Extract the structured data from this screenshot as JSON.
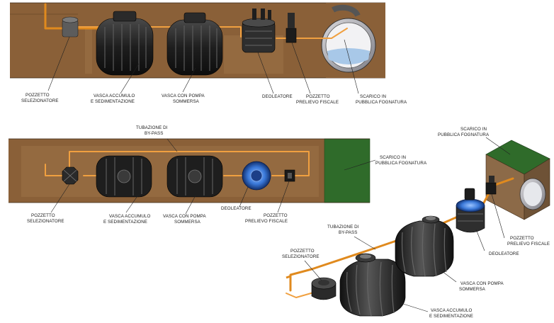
{
  "top_section": {
    "labels": {
      "pozzetto_selezionatore": [
        "POZZETTO",
        "SELEZIONATORE"
      ],
      "vasca_accumulo": [
        "VASCA ACCUMULO",
        "E SEDIMENTAZIONE"
      ],
      "vasca_pompa": [
        "VASCA CON POMPA",
        "SOMMERSA"
      ],
      "deoleatore": [
        "DEOLEATORE"
      ],
      "pozzetto_prelievo": [
        "POZZETTO",
        "PRELIEVO FISCALE"
      ],
      "scarico": [
        "SCARICO IN",
        "PUBBLICA FOGNATURA"
      ]
    }
  },
  "middle_section": {
    "labels": {
      "tubazione_bypass": [
        "TUBAZIONE DI",
        "BY-PASS"
      ],
      "scarico": [
        "SCARICO IN",
        "PUBBLICA FOGNATURA"
      ],
      "pozzetto_selezionatore": [
        "POZZETTO",
        "SELEZIONATORE"
      ],
      "vasca_accumulo": [
        "VASCA ACCUMULO",
        "E SEDIMENTAZIONE"
      ],
      "vasca_pompa": [
        "VASCA CON POMPA",
        "SOMMERSA"
      ],
      "deoleatore": [
        "DEOLEATORE"
      ],
      "pozzetto_prelievo": [
        "POZZETTO",
        "PRELIEVO FISCALE"
      ]
    }
  },
  "iso_section": {
    "labels": {
      "scarico": [
        "SCARICO IN",
        "PUBBLICA FOGNATURA"
      ],
      "tubazione_bypass": [
        "TUBAZIONE DI",
        "BY-PASS"
      ],
      "pozzetto_prelievo": [
        "POZZETTO",
        "PRELIEVO FISCALE"
      ],
      "deoleatore": [
        "DEOLEATORE"
      ],
      "pozzetto_selezionatore": [
        "POZZETTO",
        "SELEZIONATORE"
      ],
      "vasca_pompa": [
        "VASCA CON POMPA",
        "SOMMERSA"
      ],
      "vasca_accumulo": [
        "VASCA ACCUMULO",
        "E SEDIMENTAZIONE"
      ]
    }
  },
  "colors": {
    "soil": "#8a6038",
    "soil_dark": "#6e4a29",
    "soil_light": "#a07548",
    "pipe": "#e08a1e",
    "tank": "#1c1c1c",
    "tank_highlight": "#5a5a5a",
    "deoleatore_blue": "#3a78d8",
    "grass": "#2f6b2a",
    "concrete": "#8c6a48"
  }
}
